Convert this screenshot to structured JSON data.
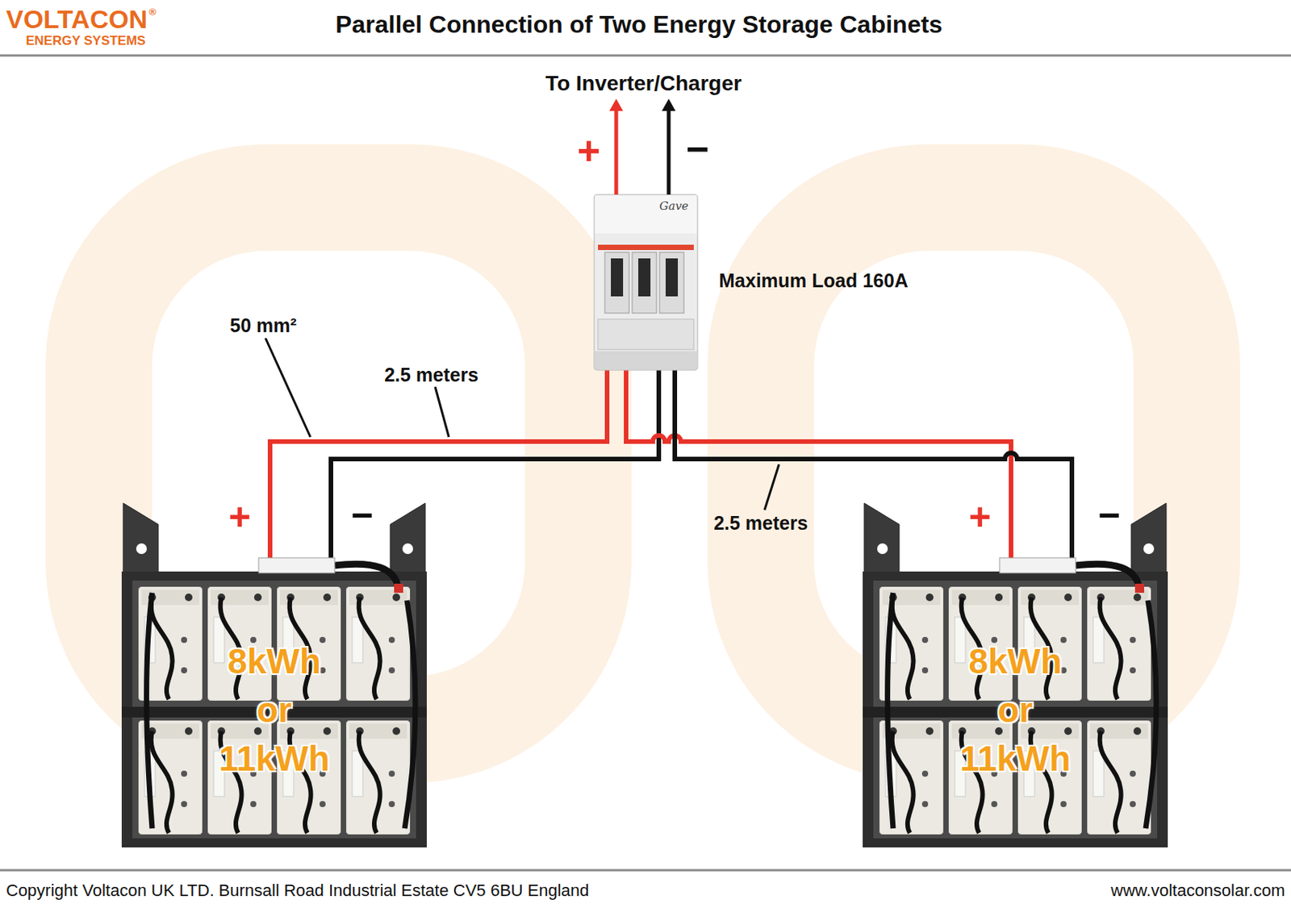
{
  "diagram": {
    "title": "Parallel Connection of Two Energy Storage Cabinets",
    "nodes": [
      {
        "text": [
          "Gave"
        ]
      },
      {
        "text": [
          "8kWh or 11kWh"
        ]
      },
      {
        "text": [
          "8kWh or 11kWh"
        ]
      }
    ],
    "edges": [
      {
        "from": 0,
        "to": 1,
        "arrow": "none"
      },
      {
        "from": 0,
        "to": 1,
        "arrow": "none"
      },
      {
        "from": 0,
        "to": 2,
        "arrow": "none"
      },
      {
        "from": 0,
        "to": 2,
        "arrow": "none"
      }
    ],
    "labels": [
      "VOLTACON",
      "®",
      "ENERGY SYSTEMS",
      "To Inverter/Charger",
      "+",
      "−",
      "Maximum Load 160A",
      "50 mm²",
      "2.5 meters",
      "+",
      "−",
      "2.5 meters",
      "+",
      "−",
      "Copyright Voltacon UK LTD. Burnsall Road Industrial Estate CV5 6BU England",
      "www.voltaconsolar.com"
    ]
  }
}
